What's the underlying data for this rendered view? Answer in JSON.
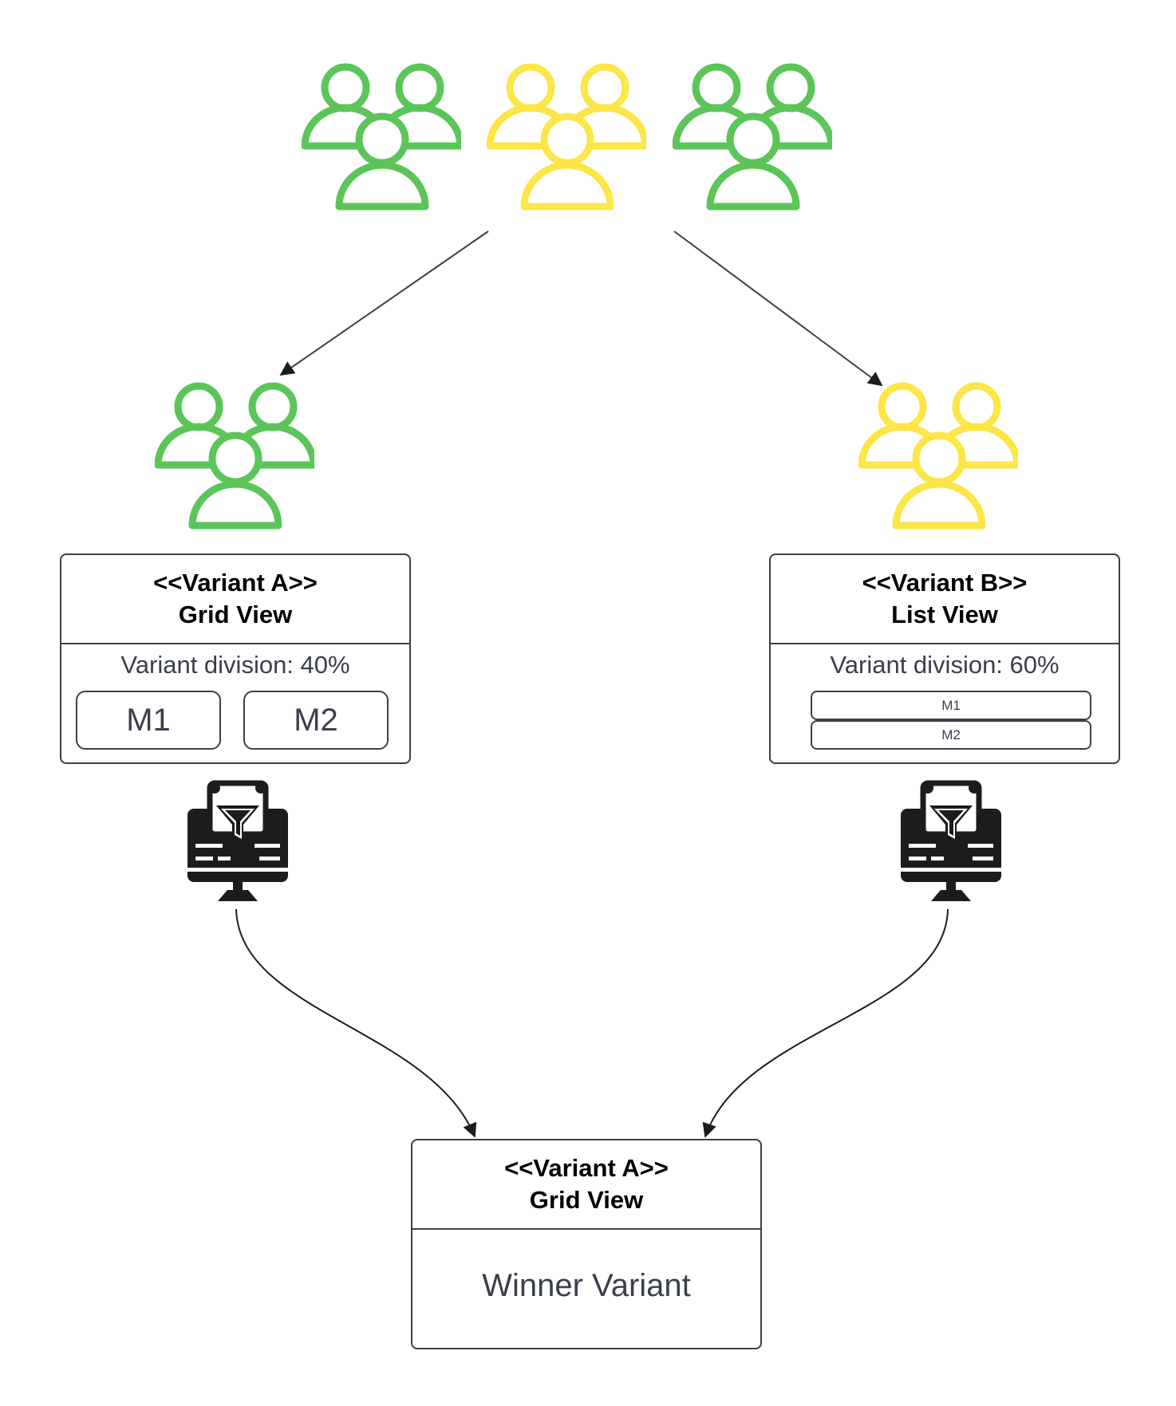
{
  "colors": {
    "green": "#5cc55a",
    "yellow": "#fde647",
    "stroke": "#3a3f4b"
  },
  "icons": {
    "group": "users-group-icon",
    "analytics": "monitor-funnel-icon"
  },
  "variant_a": {
    "title": "<<Variant A>>",
    "subtitle": "Grid View",
    "division": "Variant division: 40%",
    "modules": [
      "M1",
      "M2"
    ]
  },
  "variant_b": {
    "title": "<<Variant B>>",
    "subtitle": "List View",
    "division": "Variant division: 60%",
    "modules": [
      "M1",
      "M2"
    ]
  },
  "winner": {
    "title": "<<Variant A>>",
    "subtitle": "Grid View",
    "label": "Winner Variant"
  }
}
